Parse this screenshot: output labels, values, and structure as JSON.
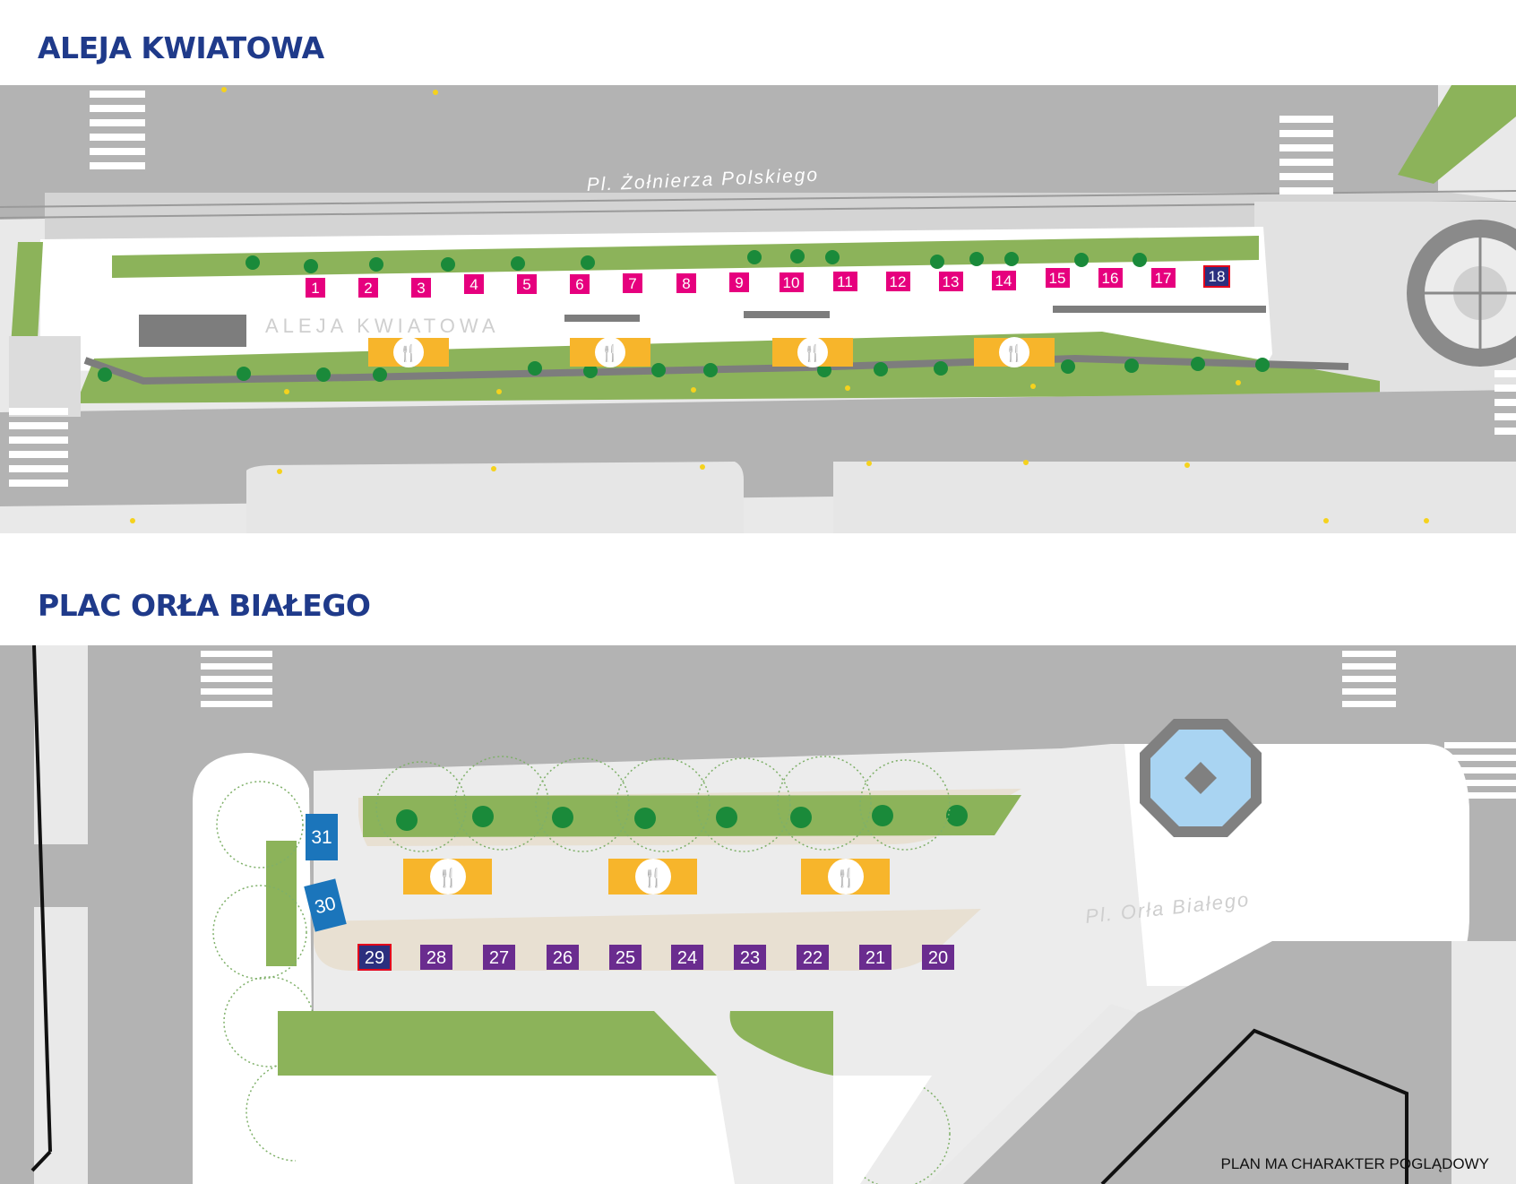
{
  "sections": {
    "aleja": {
      "title": "ALEJA KWIATOWA",
      "street_label": "Pl. Żołnierza Polskiego",
      "avenue_label": "ALEJA KWIATOWA",
      "stalls": [
        "1",
        "2",
        "3",
        "4",
        "5",
        "6",
        "7",
        "8",
        "9",
        "10",
        "11",
        "12",
        "13",
        "14",
        "15",
        "16",
        "17",
        "18"
      ]
    },
    "plac": {
      "title": "PLAC ORŁA BIAŁEGO",
      "square_label": "Pl. Orła Białego",
      "stalls_row": [
        "29",
        "28",
        "27",
        "26",
        "25",
        "24",
        "23",
        "22",
        "21",
        "20"
      ],
      "stalls_blue": [
        "31",
        "30"
      ]
    }
  },
  "note": "PLAN MA CHARAKTER POGLĄDOWY",
  "legend_colors": {
    "stall_pink": "#e6007e",
    "stall_navy": "#2b2f7e",
    "stall_purple": "#6a2c8f",
    "stall_blue": "#1b75bb",
    "food_zone": "#f7b52b",
    "green": "#8cb35a",
    "tree": "#1a8a3a",
    "road": "#b3b3b3",
    "fountain": "#a9d4f2"
  },
  "icons": [
    "food-icon",
    "fountain-icon",
    "tree-icon"
  ]
}
